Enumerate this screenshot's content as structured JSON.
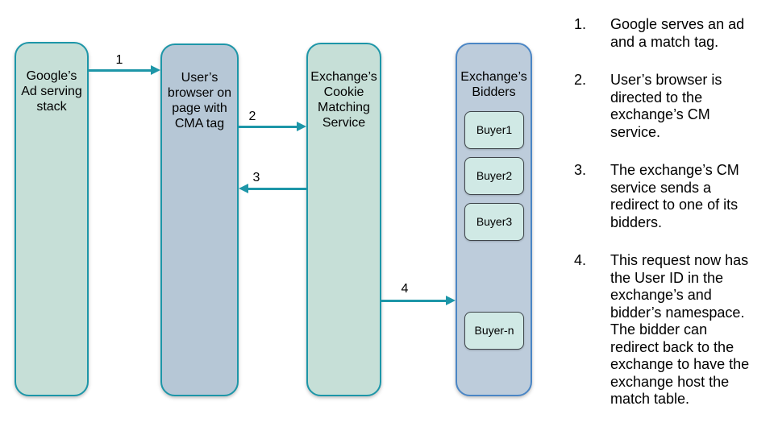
{
  "diagram": {
    "nodes": [
      {
        "id": "google",
        "label": "Google’s\nAd serving\nstack"
      },
      {
        "id": "browser",
        "label": "User’s\nbrowser on\npage with\nCMA tag"
      },
      {
        "id": "cm",
        "label": "Exchange’s\nCookie\nMatching\nService"
      },
      {
        "id": "bidders",
        "label": "Exchange’s\nBidders",
        "buyers": [
          "Buyer1",
          "Buyer2",
          "Buyer3",
          "Buyer-n"
        ]
      }
    ],
    "arrows": [
      {
        "label": "1",
        "from": "google",
        "to": "browser"
      },
      {
        "label": "2",
        "from": "browser",
        "to": "cm"
      },
      {
        "label": "3",
        "from": "cm",
        "to": "browser"
      },
      {
        "label": "4",
        "from": "cm",
        "to": "bidders"
      }
    ]
  },
  "steps": [
    {
      "number": "1.",
      "text": "Google serves an ad\nand a match tag."
    },
    {
      "number": "2.",
      "text": "User’s browser is\ndirected to the\nexchange’s CM\nservice."
    },
    {
      "number": "3.",
      "text": "The exchange’s CM\nservice sends a\nredirect to one of its\nbidders."
    },
    {
      "number": "4.",
      "text": "This request now has\nthe User ID in the\nexchange’s and\nbidder’s namespace.\nThe bidder can\nredirect back to the\nexchange to have the\nexchange host the\nmatch table."
    }
  ],
  "colors": {
    "node_green_fill": "#c6dfd7",
    "node_blue_fill": "#b6c7d6",
    "bidders_fill": "#bdccdb",
    "teal_border": "#1d96a8",
    "bidders_border": "#4b86c5",
    "buyer_fill": "#d0e9e5",
    "buyer_border": "#3f464b",
    "arrow": "#1d96a8",
    "text": "#000000",
    "background": "#ffffff"
  }
}
